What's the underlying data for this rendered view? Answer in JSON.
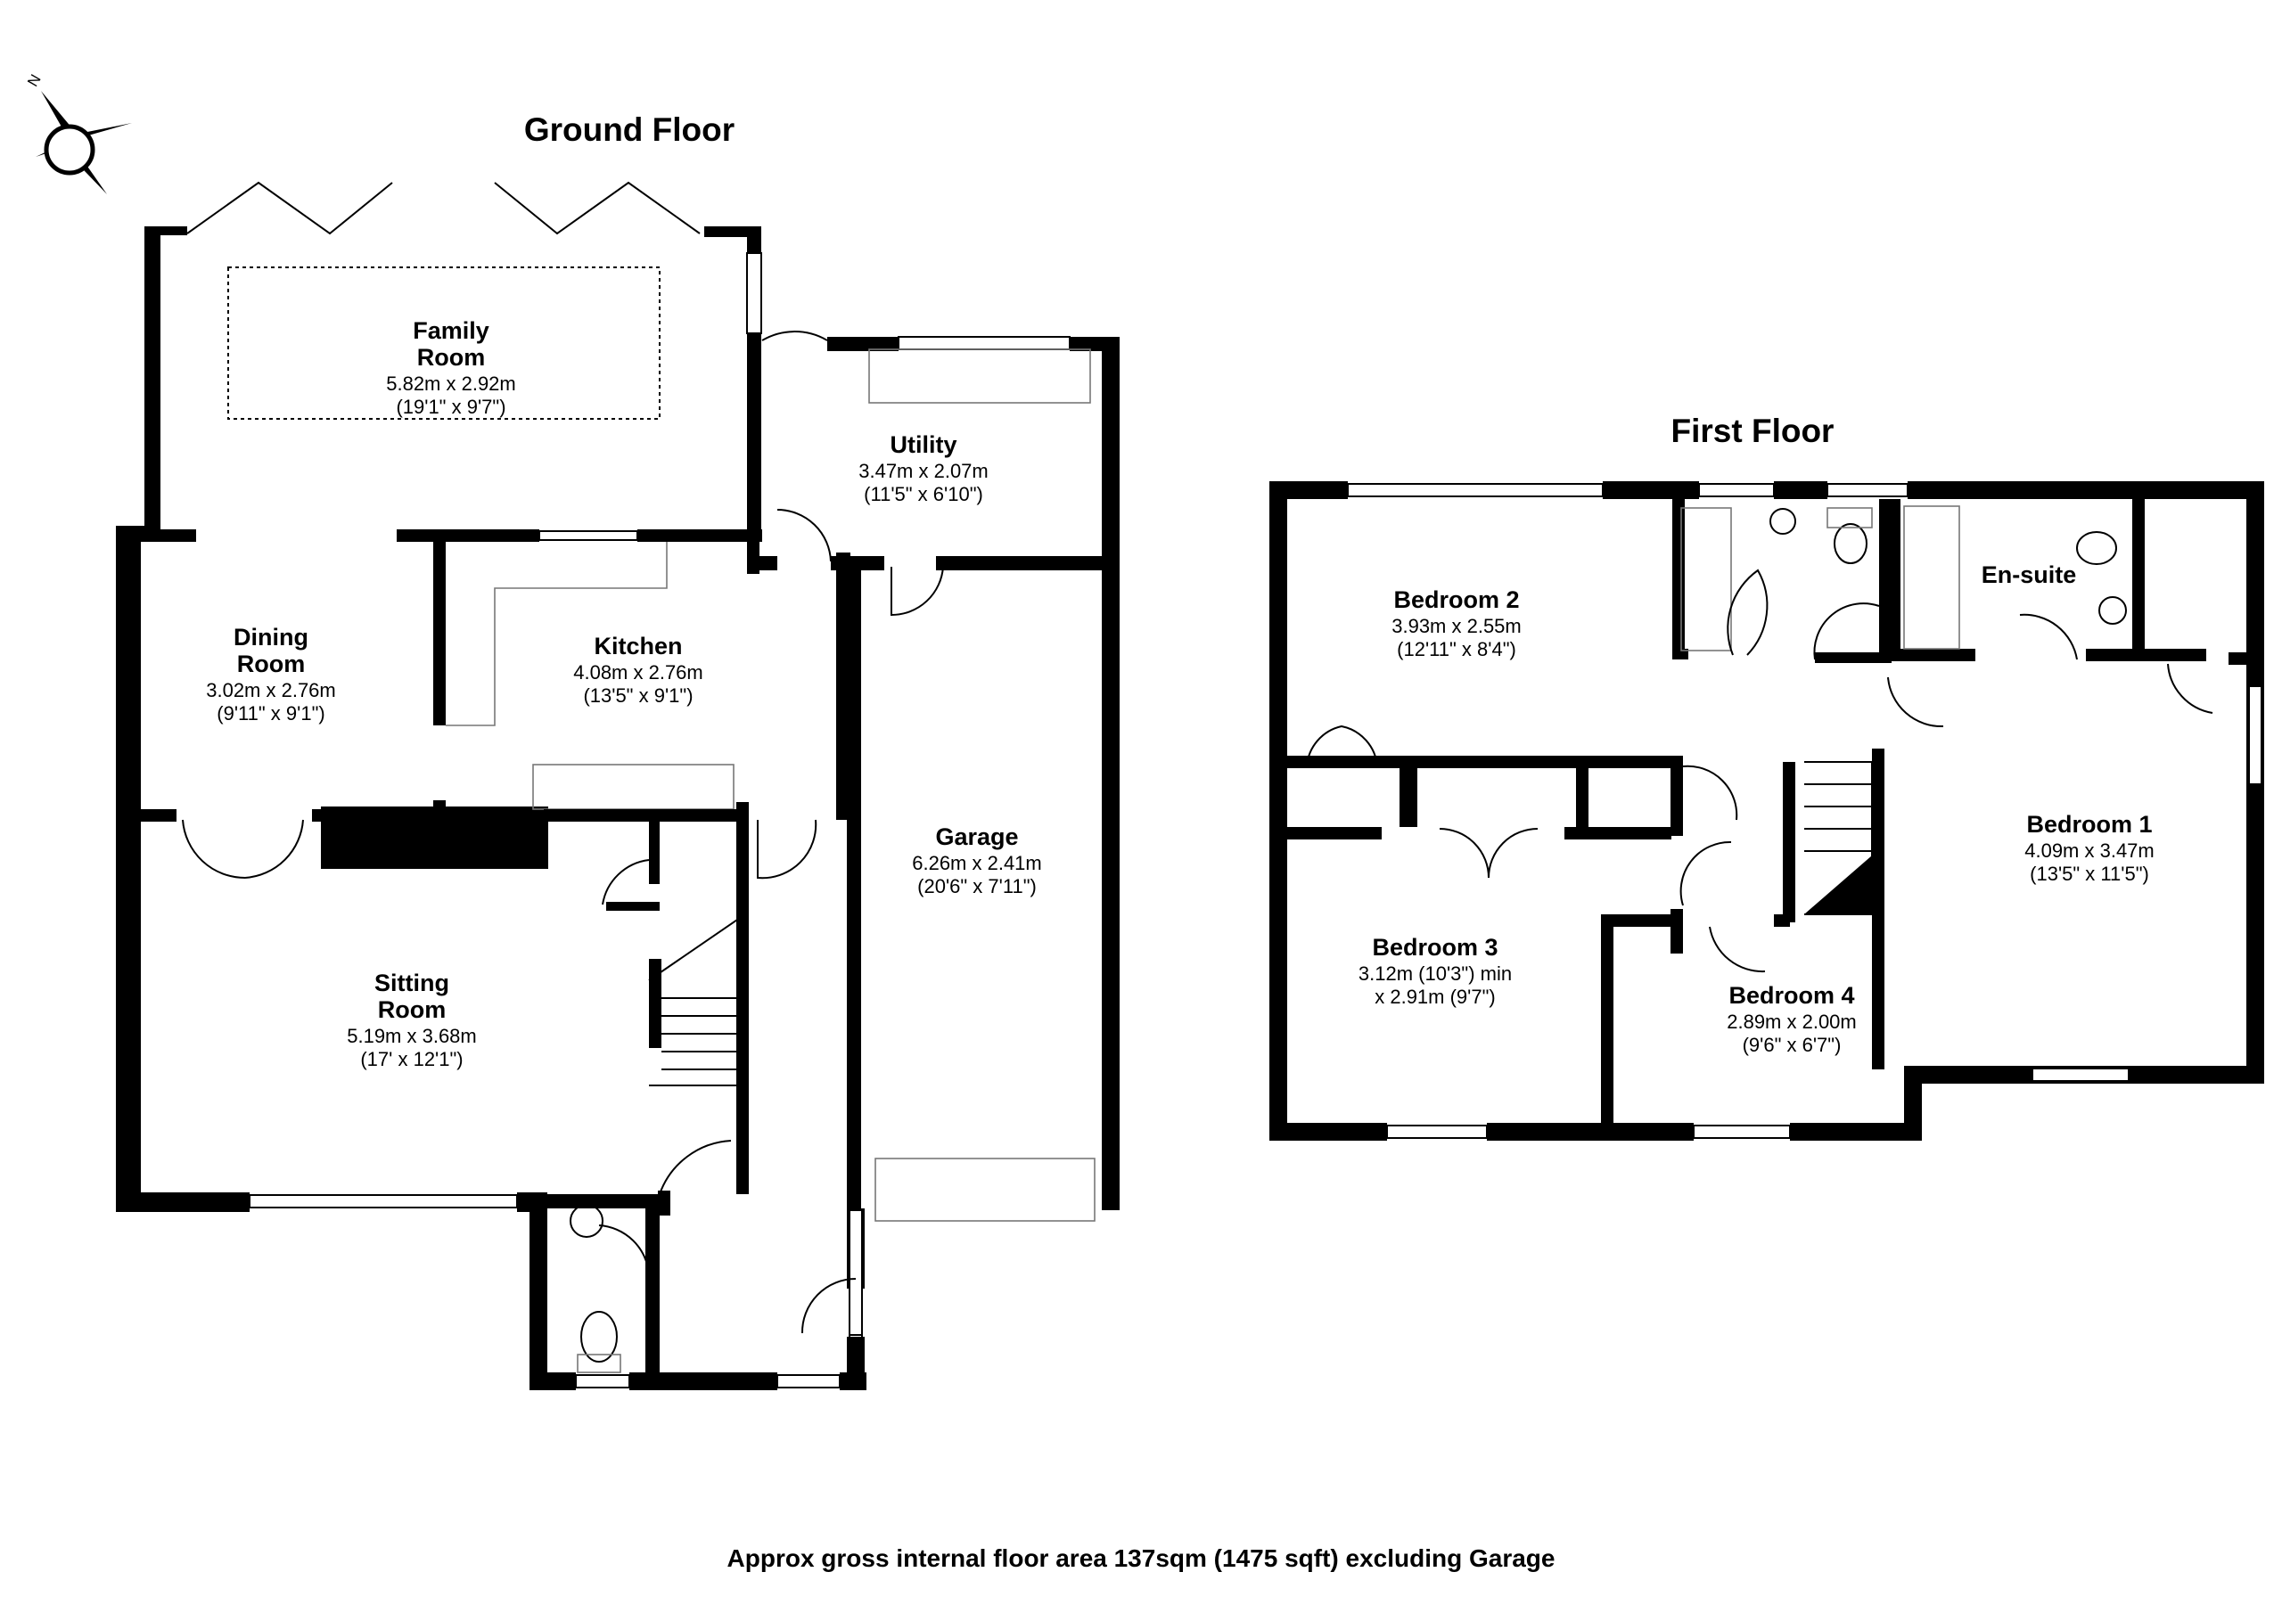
{
  "titles": {
    "ground_floor": "Ground Floor",
    "first_floor": "First Floor"
  },
  "compass": {
    "north_label": "N"
  },
  "rooms": {
    "family_room": {
      "name1": "Family",
      "name2": "Room",
      "metric": "5.82m x 2.92m",
      "imperial": "(19'1\" x 9'7\")"
    },
    "utility": {
      "name1": "Utility",
      "metric": "3.47m x 2.07m",
      "imperial": "(11'5\" x 6'10\")"
    },
    "dining_room": {
      "name1": "Dining",
      "name2": "Room",
      "metric": "3.02m x 2.76m",
      "imperial": "(9'11\" x 9'1\")"
    },
    "kitchen": {
      "name1": "Kitchen",
      "metric": "4.08m x 2.76m",
      "imperial": "(13'5\" x 9'1\")"
    },
    "garage": {
      "name1": "Garage",
      "metric": "6.26m x 2.41m",
      "imperial": "(20'6\" x 7'11\")"
    },
    "sitting_room": {
      "name1": "Sitting",
      "name2": "Room",
      "metric": "5.19m x 3.68m",
      "imperial": "(17' x 12'1\")"
    },
    "bedroom2": {
      "name1": "Bedroom 2",
      "metric": "3.93m x 2.55m",
      "imperial": "(12'11\" x 8'4\")"
    },
    "ensuite": {
      "name1": "En-suite"
    },
    "bedroom1": {
      "name1": "Bedroom 1",
      "metric": "4.09m x 3.47m",
      "imperial": "(13'5\" x 11'5\")"
    },
    "bedroom3": {
      "name1": "Bedroom 3",
      "metric": "3.12m (10'3\") min",
      "imperial": "x 2.91m (9'7\")"
    },
    "bedroom4": {
      "name1": "Bedroom 4",
      "metric": "2.89m x 2.00m",
      "imperial": "(9'6\" x 6'7\")"
    }
  },
  "footer": "Approx gross internal floor area 137sqm (1475 sqft) excluding Garage"
}
